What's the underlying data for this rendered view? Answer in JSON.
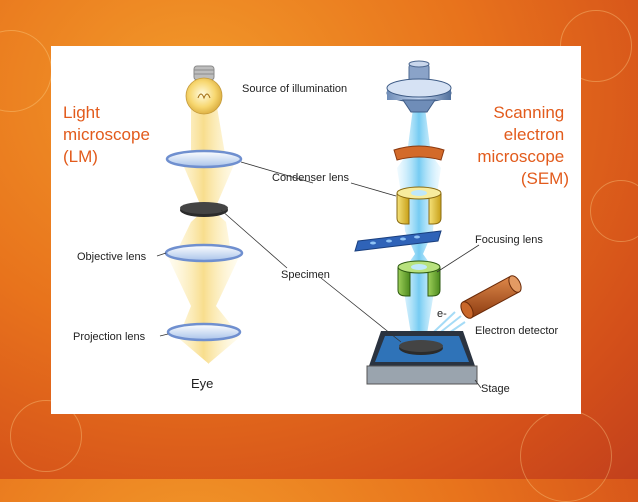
{
  "slide": {
    "colors": {
      "background": "#e8731c",
      "title": "#e25b1c",
      "panel": "#ffffff"
    }
  },
  "diagram": {
    "lm_title": [
      "Light",
      "microscope",
      "(LM)"
    ],
    "sem_title": [
      "Scanning",
      "electron",
      "microscope",
      "(SEM)"
    ],
    "labels": {
      "source": "Source of illumination",
      "condenser": "Condenser lens",
      "focusing": "Focusing lens",
      "objective": "Objective lens",
      "specimen": "Specimen",
      "electron_symbol": "e-",
      "electron_detector": "Electron detector",
      "projection": "Projection lens",
      "eye": "Eye",
      "stage": "Stage"
    }
  }
}
